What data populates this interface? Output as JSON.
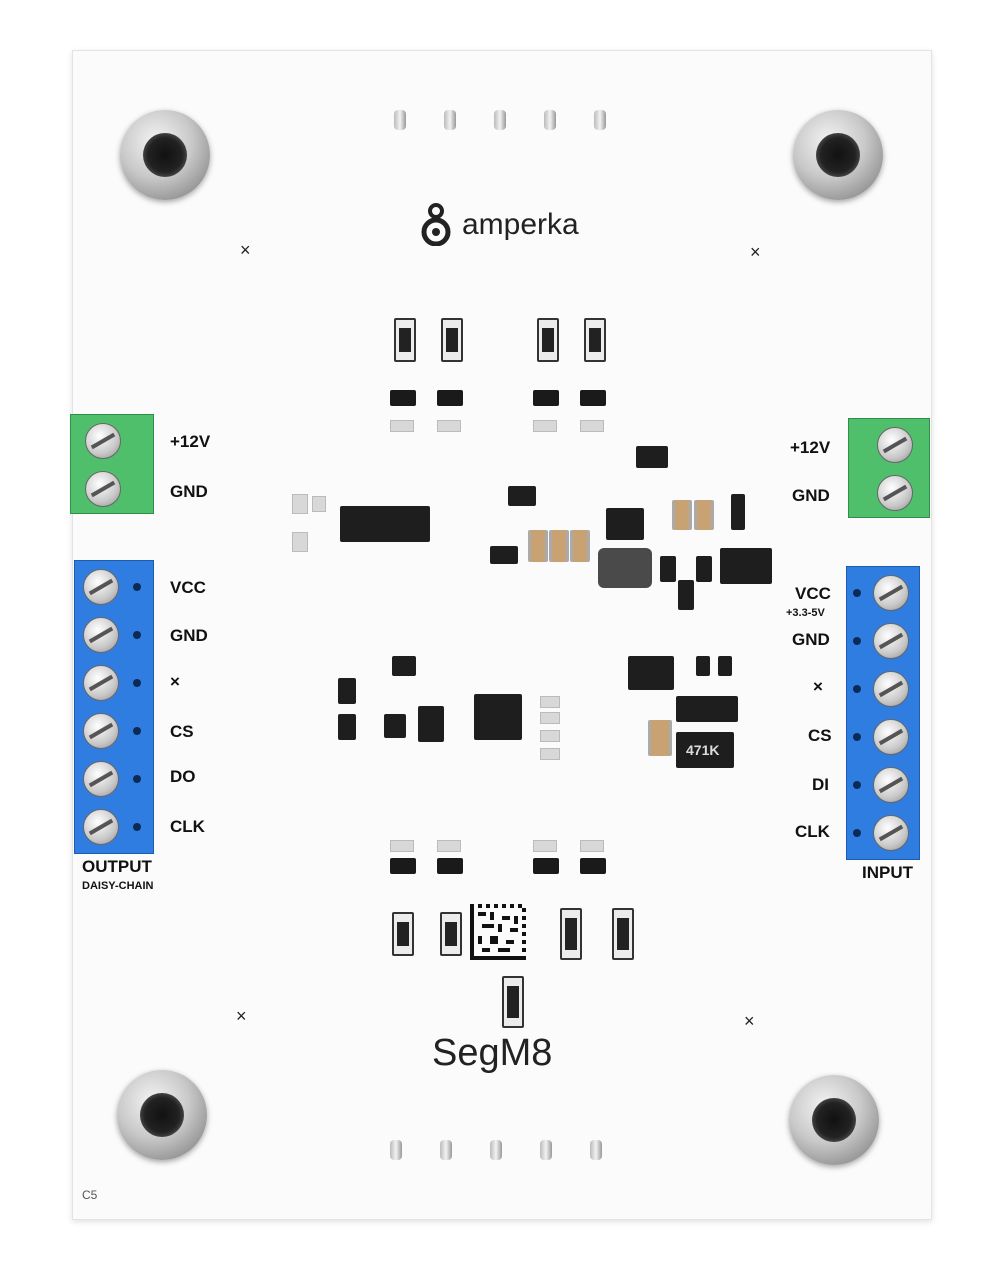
{
  "brand": {
    "name": "amperka"
  },
  "board": {
    "title": "SegM8",
    "revision": "C5"
  },
  "left_connectors": {
    "power": [
      "+12V",
      "GND"
    ],
    "signal": [
      "VCC",
      "GND",
      "×",
      "CS",
      "DO",
      "CLK"
    ],
    "group_label": "OUTPUT",
    "group_sublabel": "DAISY-CHAIN"
  },
  "right_connectors": {
    "power": [
      "+12V",
      "GND"
    ],
    "signal": [
      "VCC",
      "GND",
      "×",
      "CS",
      "DI",
      "CLK"
    ],
    "vcc_note": "+3.3-5V",
    "group_label": "INPUT"
  },
  "marks": {
    "cross": "×"
  },
  "component_text": {
    "inductor": "471K"
  },
  "colors": {
    "board": "#fbfbfb",
    "green_terminal": "#4fbf6b",
    "blue_terminal": "#2f7de0",
    "silkscreen": "#111111"
  },
  "icons": [
    "mounting-nut-icon",
    "screw-terminal-icon",
    "amperka-logo-icon",
    "datamatrix-code-icon"
  ]
}
